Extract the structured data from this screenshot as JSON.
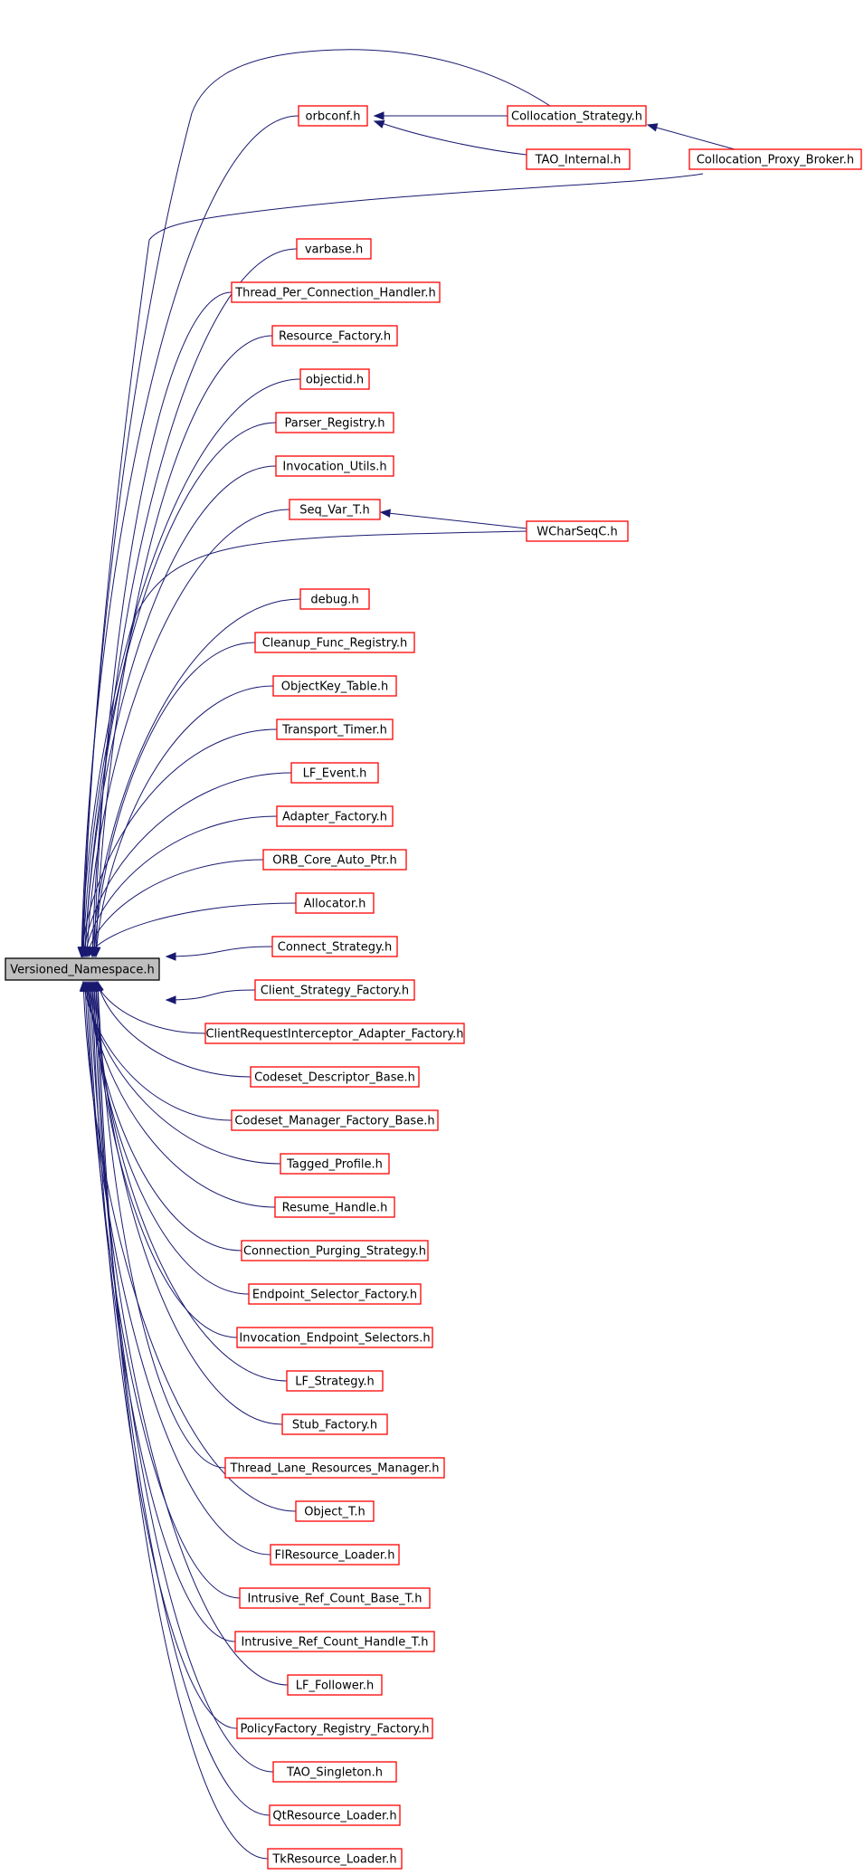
{
  "graph": {
    "root": {
      "id": "versioned_namespace",
      "label": "Versioned_Namespace.h"
    },
    "nodes": [
      {
        "id": "orbconf",
        "label": "orbconf.h"
      },
      {
        "id": "collocation_strategy",
        "label": "Collocation_Strategy.h"
      },
      {
        "id": "tao_internal",
        "label": "TAO_Internal.h"
      },
      {
        "id": "collocation_proxy_broker",
        "label": "Collocation_Proxy_Broker.h"
      },
      {
        "id": "varbase",
        "label": "varbase.h"
      },
      {
        "id": "thread_per_connection_handler",
        "label": "Thread_Per_Connection_Handler.h"
      },
      {
        "id": "resource_factory",
        "label": "Resource_Factory.h"
      },
      {
        "id": "objectid",
        "label": "objectid.h"
      },
      {
        "id": "parser_registry",
        "label": "Parser_Registry.h"
      },
      {
        "id": "invocation_utils",
        "label": "Invocation_Utils.h"
      },
      {
        "id": "seq_var_t",
        "label": "Seq_Var_T.h"
      },
      {
        "id": "wcharseqc",
        "label": "WCharSeqC.h"
      },
      {
        "id": "debug",
        "label": "debug.h"
      },
      {
        "id": "cleanup_func_registry",
        "label": "Cleanup_Func_Registry.h"
      },
      {
        "id": "objectkey_table",
        "label": "ObjectKey_Table.h"
      },
      {
        "id": "transport_timer",
        "label": "Transport_Timer.h"
      },
      {
        "id": "lf_event",
        "label": "LF_Event.h"
      },
      {
        "id": "adapter_factory",
        "label": "Adapter_Factory.h"
      },
      {
        "id": "orb_core_auto_ptr",
        "label": "ORB_Core_Auto_Ptr.h"
      },
      {
        "id": "allocator",
        "label": "Allocator.h"
      },
      {
        "id": "connect_strategy",
        "label": "Connect_Strategy.h"
      },
      {
        "id": "client_strategy_factory",
        "label": "Client_Strategy_Factory.h"
      },
      {
        "id": "clientrequestinterceptor_adapter_factory",
        "label": "ClientRequestInterceptor_Adapter_Factory.h"
      },
      {
        "id": "codeset_descriptor_base",
        "label": "Codeset_Descriptor_Base.h"
      },
      {
        "id": "codeset_manager_factory_base",
        "label": "Codeset_Manager_Factory_Base.h"
      },
      {
        "id": "tagged_profile",
        "label": "Tagged_Profile.h"
      },
      {
        "id": "resume_handle",
        "label": "Resume_Handle.h"
      },
      {
        "id": "connection_purging_strategy",
        "label": "Connection_Purging_Strategy.h"
      },
      {
        "id": "endpoint_selector_factory",
        "label": "Endpoint_Selector_Factory.h"
      },
      {
        "id": "invocation_endpoint_selectors",
        "label": "Invocation_Endpoint_Selectors.h"
      },
      {
        "id": "lf_strategy",
        "label": "LF_Strategy.h"
      },
      {
        "id": "stub_factory",
        "label": "Stub_Factory.h"
      },
      {
        "id": "thread_lane_resources_manager",
        "label": "Thread_Lane_Resources_Manager.h"
      },
      {
        "id": "object_t",
        "label": "Object_T.h"
      },
      {
        "id": "flresource_loader",
        "label": "FlResource_Loader.h"
      },
      {
        "id": "intrusive_ref_count_base_t",
        "label": "Intrusive_Ref_Count_Base_T.h"
      },
      {
        "id": "intrusive_ref_count_handle_t",
        "label": "Intrusive_Ref_Count_Handle_T.h"
      },
      {
        "id": "lf_follower",
        "label": "LF_Follower.h"
      },
      {
        "id": "policyfactory_registry_factory",
        "label": "PolicyFactory_Registry_Factory.h"
      },
      {
        "id": "tao_singleton",
        "label": "TAO_Singleton.h"
      },
      {
        "id": "qtresource_loader",
        "label": "QtResource_Loader.h"
      },
      {
        "id": "tkresource_loader",
        "label": "TkResource_Loader.h"
      }
    ],
    "edges": [
      {
        "from": "orbconf",
        "to": "versioned_namespace"
      },
      {
        "from": "collocation_strategy",
        "to": "orbconf"
      },
      {
        "from": "tao_internal",
        "to": "orbconf"
      },
      {
        "from": "collocation_proxy_broker",
        "to": "collocation_strategy"
      },
      {
        "from": "collocation_strategy",
        "to": "versioned_namespace"
      },
      {
        "from": "collocation_proxy_broker",
        "to": "versioned_namespace"
      },
      {
        "from": "varbase",
        "to": "versioned_namespace"
      },
      {
        "from": "thread_per_connection_handler",
        "to": "versioned_namespace"
      },
      {
        "from": "resource_factory",
        "to": "versioned_namespace"
      },
      {
        "from": "objectid",
        "to": "versioned_namespace"
      },
      {
        "from": "parser_registry",
        "to": "versioned_namespace"
      },
      {
        "from": "invocation_utils",
        "to": "versioned_namespace"
      },
      {
        "from": "seq_var_t",
        "to": "versioned_namespace"
      },
      {
        "from": "wcharseqc",
        "to": "seq_var_t"
      },
      {
        "from": "wcharseqc",
        "to": "versioned_namespace"
      },
      {
        "from": "debug",
        "to": "versioned_namespace"
      },
      {
        "from": "cleanup_func_registry",
        "to": "versioned_namespace"
      },
      {
        "from": "objectkey_table",
        "to": "versioned_namespace"
      },
      {
        "from": "transport_timer",
        "to": "versioned_namespace"
      },
      {
        "from": "lf_event",
        "to": "versioned_namespace"
      },
      {
        "from": "adapter_factory",
        "to": "versioned_namespace"
      },
      {
        "from": "orb_core_auto_ptr",
        "to": "versioned_namespace"
      },
      {
        "from": "allocator",
        "to": "versioned_namespace"
      },
      {
        "from": "connect_strategy",
        "to": "versioned_namespace"
      },
      {
        "from": "client_strategy_factory",
        "to": "versioned_namespace"
      },
      {
        "from": "clientrequestinterceptor_adapter_factory",
        "to": "versioned_namespace"
      },
      {
        "from": "codeset_descriptor_base",
        "to": "versioned_namespace"
      },
      {
        "from": "codeset_manager_factory_base",
        "to": "versioned_namespace"
      },
      {
        "from": "tagged_profile",
        "to": "versioned_namespace"
      },
      {
        "from": "resume_handle",
        "to": "versioned_namespace"
      },
      {
        "from": "connection_purging_strategy",
        "to": "versioned_namespace"
      },
      {
        "from": "endpoint_selector_factory",
        "to": "versioned_namespace"
      },
      {
        "from": "invocation_endpoint_selectors",
        "to": "versioned_namespace"
      },
      {
        "from": "lf_strategy",
        "to": "versioned_namespace"
      },
      {
        "from": "stub_factory",
        "to": "versioned_namespace"
      },
      {
        "from": "thread_lane_resources_manager",
        "to": "versioned_namespace"
      },
      {
        "from": "object_t",
        "to": "versioned_namespace"
      },
      {
        "from": "flresource_loader",
        "to": "versioned_namespace"
      },
      {
        "from": "intrusive_ref_count_base_t",
        "to": "versioned_namespace"
      },
      {
        "from": "intrusive_ref_count_handle_t",
        "to": "versioned_namespace"
      },
      {
        "from": "lf_follower",
        "to": "versioned_namespace"
      },
      {
        "from": "policyfactory_registry_factory",
        "to": "versioned_namespace"
      },
      {
        "from": "tao_singleton",
        "to": "versioned_namespace"
      },
      {
        "from": "qtresource_loader",
        "to": "versioned_namespace"
      },
      {
        "from": "tkresource_loader",
        "to": "versioned_namespace"
      }
    ]
  },
  "colors": {
    "edge": "#191970",
    "node_border": "#ff0000",
    "root_fill": "#bfbfbf",
    "root_border": "#000000"
  }
}
